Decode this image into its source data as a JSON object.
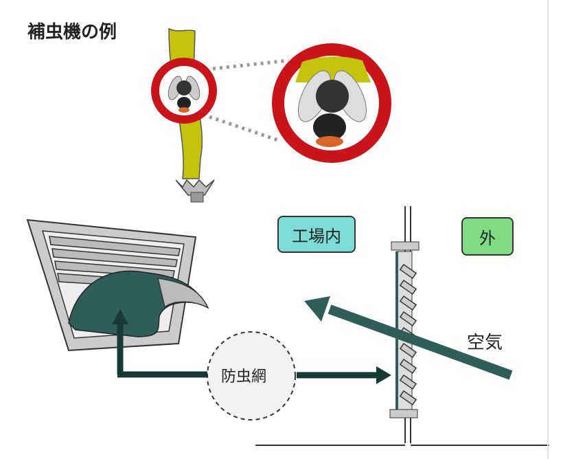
{
  "title": "補虫機の例",
  "labels": {
    "inside": "工場内",
    "outside": "外",
    "air": "空気",
    "insect_net": "防虫網"
  },
  "colors": {
    "ring": "#c8141a",
    "strip": "#c4c40f",
    "teal": "#2f5e58",
    "inside_box": "#7ddcd6",
    "outside_box": "#7fdc84"
  }
}
